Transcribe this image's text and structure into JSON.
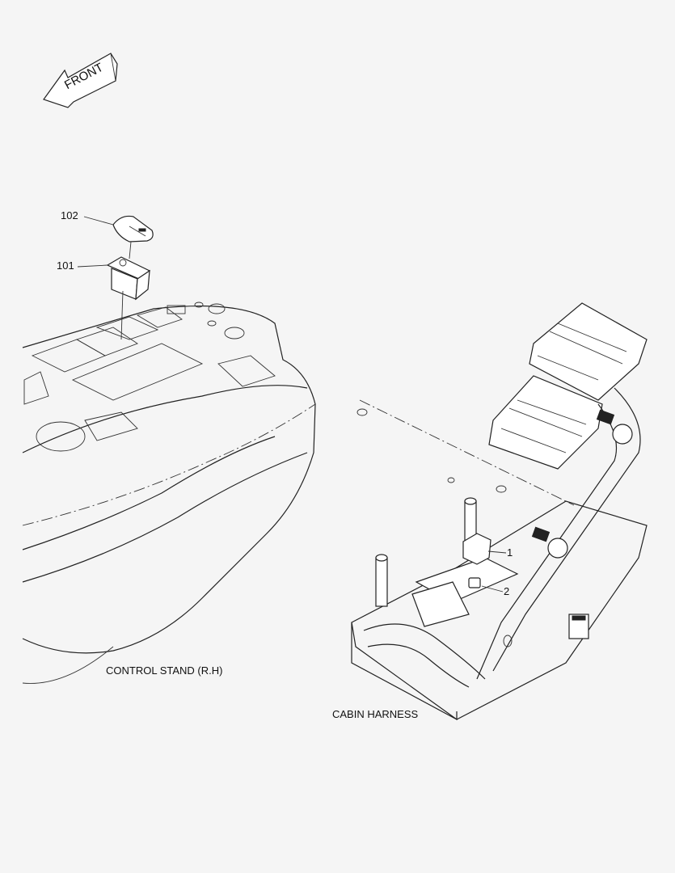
{
  "orientation": {
    "label": "FRONT"
  },
  "callouts": [
    {
      "id": "102",
      "label": "102"
    },
    {
      "id": "101",
      "label": "101"
    },
    {
      "id": "1",
      "label": "1"
    },
    {
      "id": "2",
      "label": "2"
    }
  ],
  "captions": {
    "control_stand": "CONTROL STAND (R.H)",
    "cabin_harness": "CABIN HARNESS"
  }
}
